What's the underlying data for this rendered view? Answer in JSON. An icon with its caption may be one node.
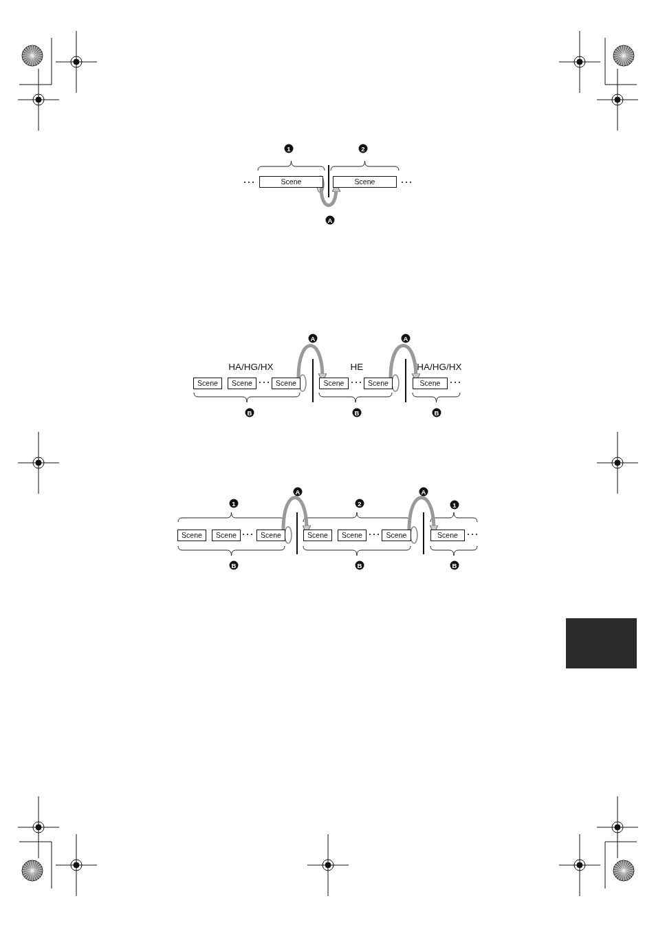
{
  "diagram": {
    "nodes": [
      {
        "text": [
          "Scene"
        ]
      },
      {
        "text": [
          "Scene"
        ]
      },
      {
        "text": [
          "Scene"
        ]
      },
      {
        "text": [
          "Scene"
        ]
      },
      {
        "text": [
          "Scene"
        ]
      },
      {
        "text": [
          "Scene"
        ]
      },
      {
        "text": [
          "Scene"
        ]
      },
      {
        "text": [
          "Scene"
        ]
      },
      {
        "text": [
          "Scene"
        ]
      },
      {
        "text": [
          "Scene"
        ]
      },
      {
        "text": [
          "Scene"
        ]
      },
      {
        "text": [
          "Scene"
        ]
      },
      {
        "text": [
          "Scene"
        ]
      },
      {
        "text": [
          "Scene"
        ]
      },
      {
        "text": [
          "Scene"
        ]
      }
    ],
    "edges": [
      {
        "from": 0,
        "to": 1,
        "arrow": "to"
      },
      {
        "from": 4,
        "to": 5,
        "arrow": "to"
      },
      {
        "from": 6,
        "to": 7,
        "arrow": "to"
      },
      {
        "from": 10,
        "to": 11,
        "arrow": "to"
      },
      {
        "from": 13,
        "to": 14,
        "arrow": "to"
      }
    ],
    "labels": [
      "1",
      "2",
      "A",
      "A",
      "A",
      "HA/HG/HX",
      "HE",
      "HA/HG/HX",
      "B",
      "B",
      "B",
      "A",
      "A",
      "1",
      "2",
      "1",
      "B",
      "B",
      "B"
    ]
  }
}
